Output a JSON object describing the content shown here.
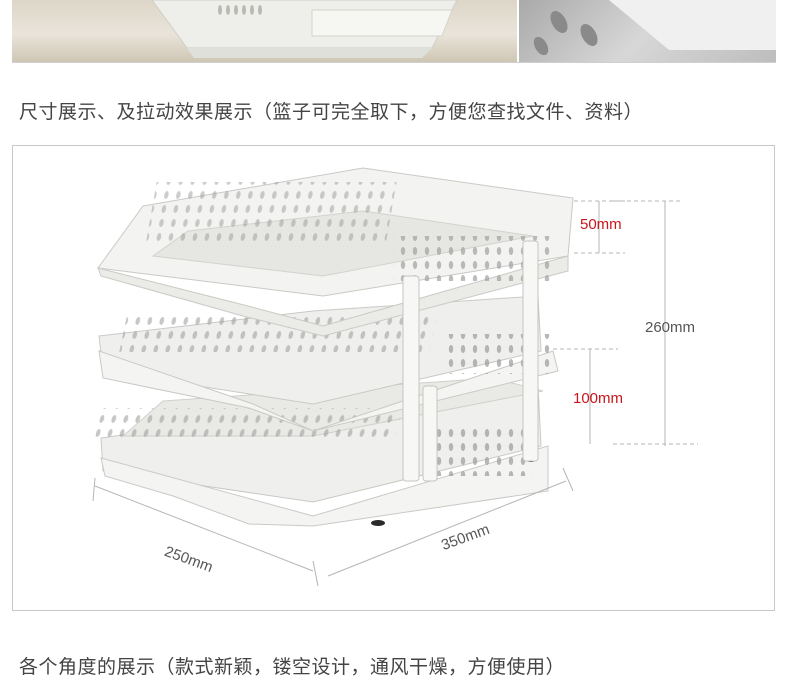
{
  "top_photo": {
    "description_icons": [
      "tray-photo",
      "tray-closeup-photo"
    ]
  },
  "headings": {
    "dimension": "尺寸展示、及拉动效果展示（篮子可完全取下，方便您查找文件、资料）",
    "angles": "各个角度的展示（款式新颖，镂空设计，通风干燥，方便使用）"
  },
  "dimensions": {
    "gap_top": "50mm",
    "gap_middle": "100mm",
    "total_height": "260mm",
    "depth": "250mm",
    "width": "350mm"
  },
  "colors": {
    "accent_red": "#c8161d",
    "tray_plastic": "#f2f2f0",
    "dimension_line": "#b5b5b5"
  }
}
